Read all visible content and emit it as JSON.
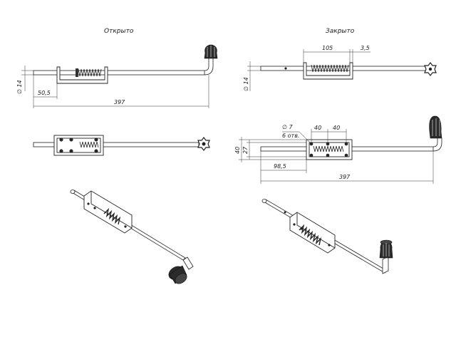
{
  "titles": {
    "open": "Открыто",
    "closed": "Закрыто"
  },
  "open_view": {
    "dia": "14",
    "offset": "50,5",
    "length": "397"
  },
  "closed_top": {
    "width": "105",
    "gap": "3,5",
    "dia": "14"
  },
  "closed_front": {
    "holes_label_1": "7",
    "holes_label_2": "6 отв.",
    "pitch_1": "40",
    "pitch_2": "40",
    "height_1": "40",
    "height_2": "27",
    "offset": "98,5",
    "length": "397"
  },
  "symbols": {
    "diameter": "∅"
  }
}
